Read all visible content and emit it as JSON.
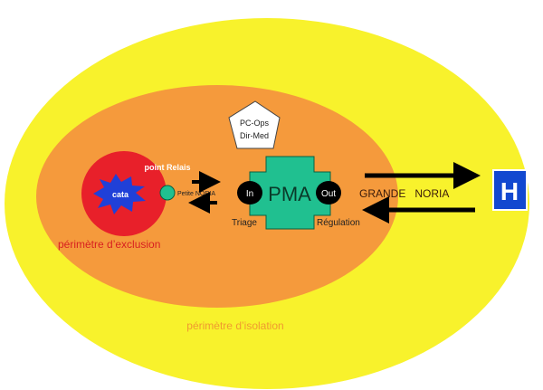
{
  "colors": {
    "outer": "#f8f22c",
    "middle": "#f59a3c",
    "exclusion": "#e8202a",
    "cata": "#2040d8",
    "pma": "#20c090",
    "hospital": "#1248d0"
  },
  "labels": {
    "pc_ops": "PC-Ops",
    "dir_med": "Dir-Med",
    "point_relais": "point Relais",
    "cata": "cata",
    "petite_noria": "Petite NORIA",
    "pma": "PMA",
    "in": "In",
    "out": "Out",
    "triage": "Triage",
    "regulation": "Régulation",
    "grande_noria": "GRANDE   NORIA",
    "hospital": "H",
    "exclusion": "périmètre d’exclusion",
    "isolation": "périmètre d’isolation"
  }
}
